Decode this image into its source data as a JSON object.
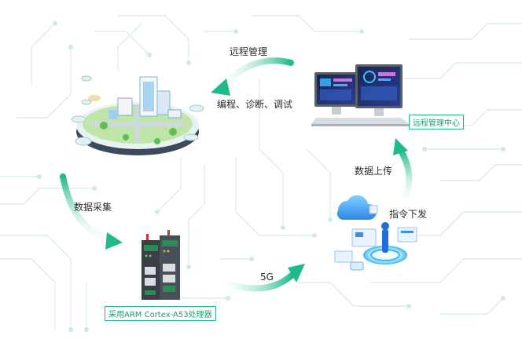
{
  "labels": {
    "remote_management": "远程管理",
    "programming_diagnosis_debug": "编程、诊断、调试",
    "remote_management_center": "远程管理中心",
    "data_upload": "数据上传",
    "command_dispatch": "指令下发",
    "data_collection": "数据采集",
    "network": "5G",
    "processor": "采用ARM Cortex-A53处理器"
  },
  "colors": {
    "accent": "#1fb98c",
    "circuit": "#d9efe9",
    "text": "#2b2b2b"
  }
}
